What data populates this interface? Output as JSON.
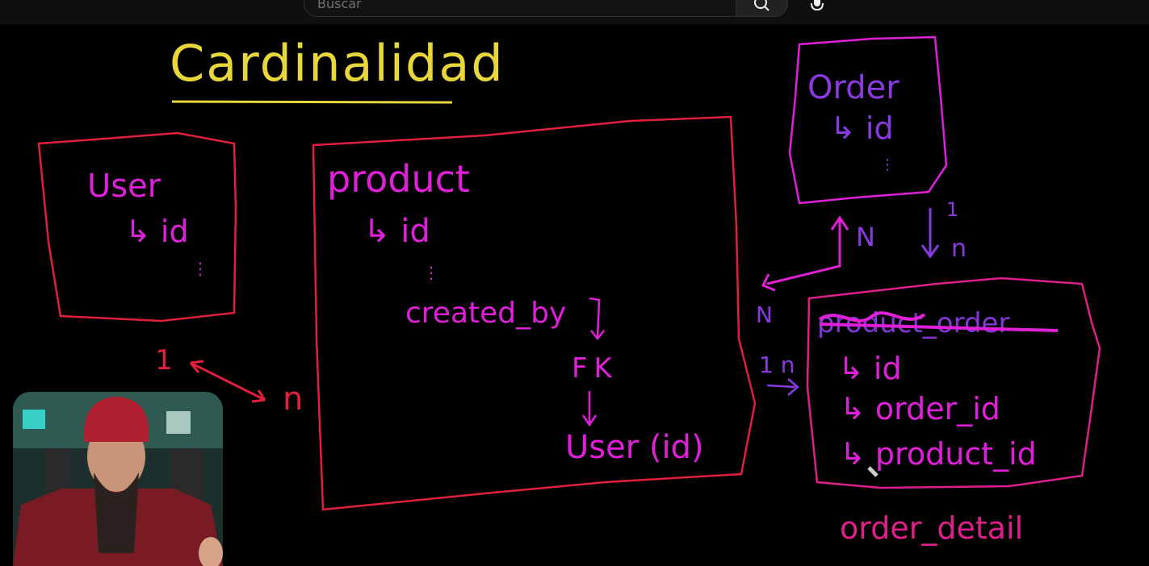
{
  "search": {
    "placeholder": "Buscar"
  },
  "icons": {
    "search": "search-icon",
    "mic": "mic-icon",
    "pencil": "pencil-cursor-icon"
  },
  "colors": {
    "title": "#e8d63a",
    "red": "#e0203c",
    "magenta": "#e020d8",
    "purple": "#8a3ae0",
    "pink": "#e0208a"
  },
  "whiteboard": {
    "title": "Cardinalidad",
    "user_entity": {
      "name": "User",
      "field": "↳ id",
      "ellipsis": "⋮"
    },
    "product_entity": {
      "name": "product",
      "field_id": "↳ id",
      "ellipsis": "⋮",
      "field_created_by": "created_by",
      "fk": "FK",
      "ref": "User (id)"
    },
    "order_entity": {
      "name": "Order",
      "field": "↳ id",
      "ellipsis": "⋮"
    },
    "order_detail_entity": {
      "crossed_name": "product_order",
      "fields": [
        "↳ id",
        "↳ order_id",
        "↳ product_id"
      ],
      "label": "order_detail"
    },
    "relations": {
      "user_product": {
        "one": "1",
        "many": "n"
      },
      "order_product": {
        "many_up": "N",
        "many_left": "N"
      },
      "order_detail": {
        "one": "1",
        "many": "n"
      },
      "product_detail": {
        "label": "1 n"
      }
    }
  }
}
